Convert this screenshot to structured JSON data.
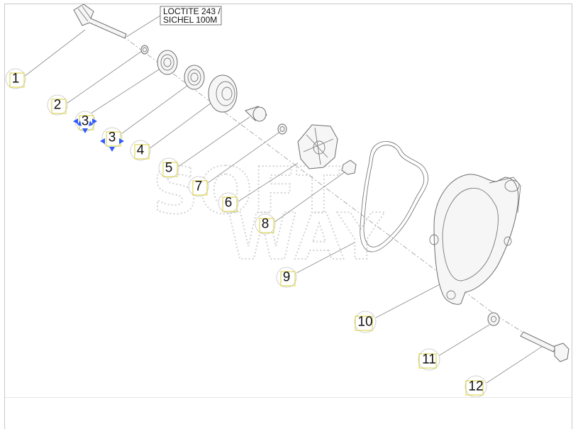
{
  "note": {
    "line1": "LOCTITE 243 /",
    "line2": "SICHEL 100M"
  },
  "watermark": {
    "line1": "SOFT",
    "line2": "WAY"
  },
  "callouts": [
    {
      "id": "1",
      "label": "1"
    },
    {
      "id": "2",
      "label": "2"
    },
    {
      "id": "3a",
      "label": "3"
    },
    {
      "id": "3b",
      "label": "3"
    },
    {
      "id": "4",
      "label": "4"
    },
    {
      "id": "5",
      "label": "5"
    },
    {
      "id": "6",
      "label": "6"
    },
    {
      "id": "7",
      "label": "7"
    },
    {
      "id": "8",
      "label": "8"
    },
    {
      "id": "9",
      "label": "9"
    },
    {
      "id": "10",
      "label": "10"
    },
    {
      "id": "11",
      "label": "11"
    },
    {
      "id": "12",
      "label": "12"
    }
  ],
  "colors": {
    "highlight_box": "#d8cf3a",
    "selection_marker": "#2e5bff"
  }
}
